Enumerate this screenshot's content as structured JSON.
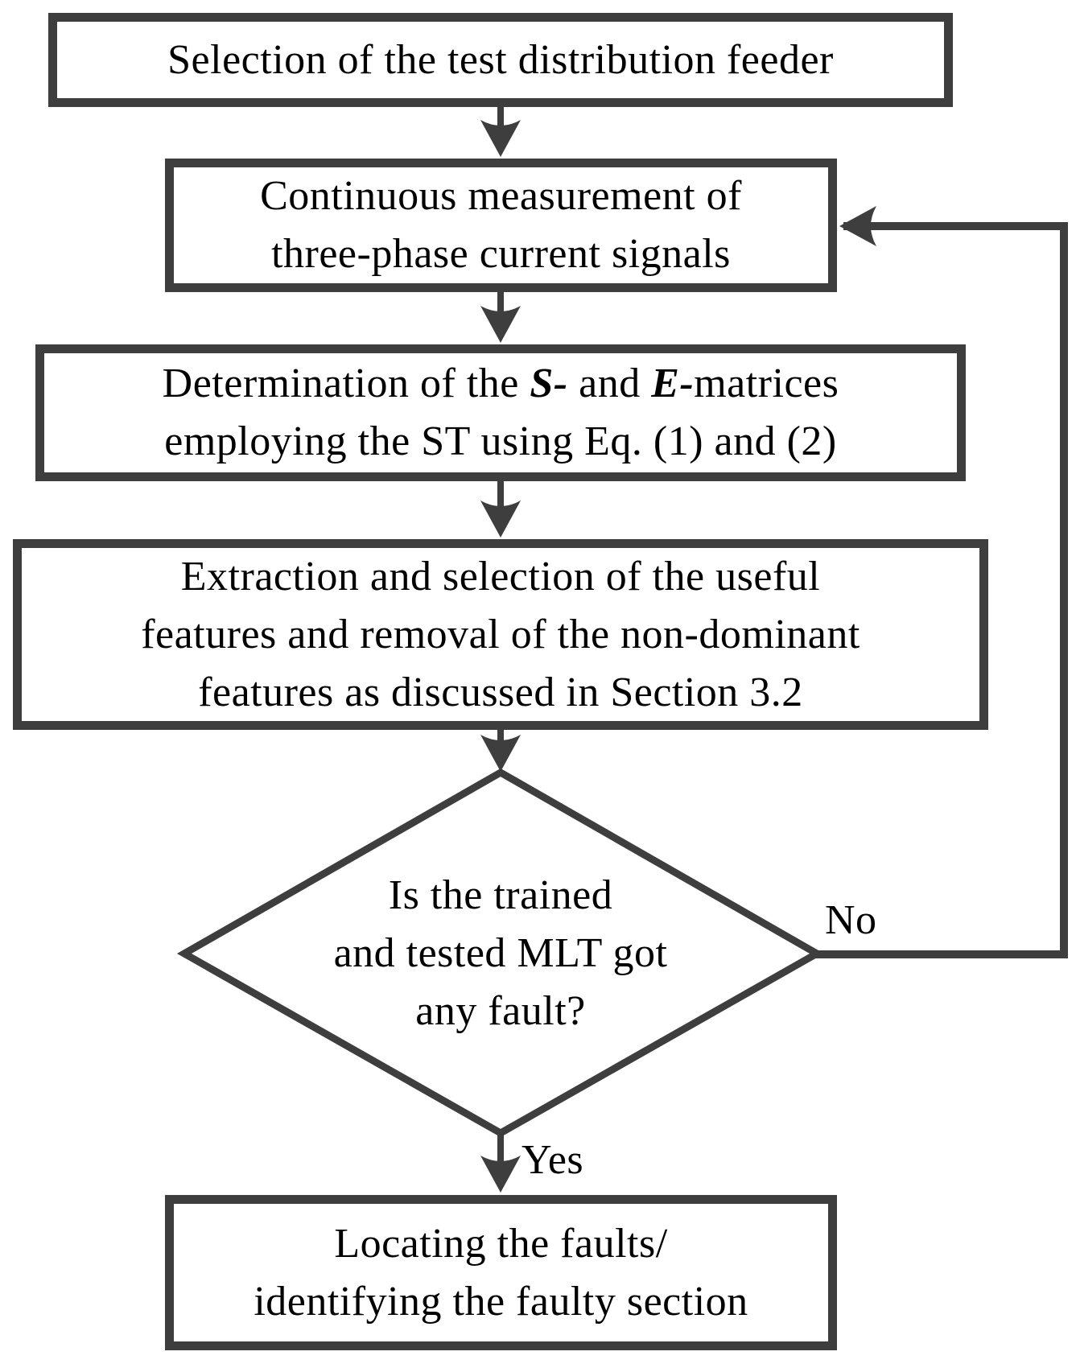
{
  "figure": {
    "type": "flowchart",
    "background_color": "#ffffff",
    "line_color": "#3e3e3e",
    "text_color": "#000000"
  },
  "nodes": {
    "box1": {
      "shape": "rectangle",
      "lines": [
        "Selection of the test distribution feeder"
      ]
    },
    "box2": {
      "shape": "rectangle",
      "lines": [
        "Continuous measurement of",
        "three-phase current signals"
      ]
    },
    "box3": {
      "shape": "rectangle",
      "line1_segments": [
        {
          "text": "Determination of the ",
          "emphasis": false
        },
        {
          "text": "S-",
          "emphasis": true
        },
        {
          "text": " and ",
          "emphasis": false
        },
        {
          "text": "E-",
          "emphasis": true
        },
        {
          "text": "matrices",
          "emphasis": false
        }
      ],
      "line2": "employing the ST using Eq. (1) and (2)"
    },
    "box4": {
      "shape": "rectangle",
      "lines": [
        "Extraction and selection of the useful",
        "features and removal of the non-dominant",
        "features as discussed in Section 3.2"
      ]
    },
    "decision": {
      "shape": "diamond",
      "lines": [
        "Is the trained",
        "and tested MLT got",
        "any fault?"
      ]
    },
    "box5": {
      "shape": "rectangle",
      "lines": [
        "Locating the faults/",
        "identifying the faulty section"
      ]
    }
  },
  "edge_labels": {
    "no": "No",
    "yes": "Yes"
  }
}
